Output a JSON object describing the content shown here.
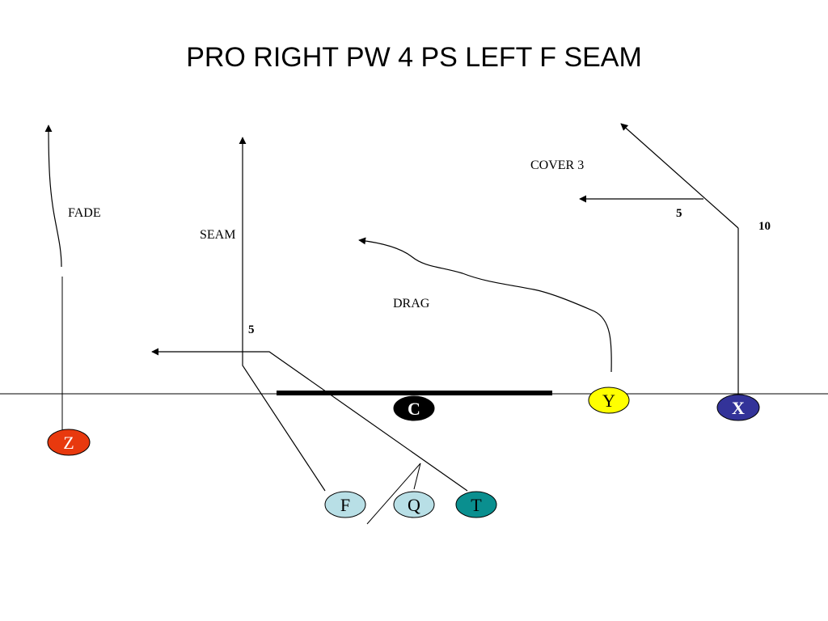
{
  "title": "PRO RIGHT PW 4 PS LEFT F SEAM",
  "labels": {
    "fade": "FADE",
    "seam": "SEAM",
    "drag": "DRAG",
    "cover": "COVER 3"
  },
  "depths": {
    "f_out": "5",
    "x_out": "5",
    "x_post": "10"
  },
  "players": [
    {
      "id": "Z",
      "fill": "#e8390e",
      "text_color": "#ffffff"
    },
    {
      "id": "C",
      "fill": "#000000",
      "text_color": "#ffffff"
    },
    {
      "id": "Y",
      "fill": "#ffff00",
      "text_color": "#000000"
    },
    {
      "id": "X",
      "fill": "#333399",
      "text_color": "#ffffff"
    },
    {
      "id": "F",
      "fill": "#b8dfe6",
      "text_color": "#000000"
    },
    {
      "id": "Q",
      "fill": "#b8dfe6",
      "text_color": "#000000"
    },
    {
      "id": "T",
      "fill": "#0a8f8f",
      "text_color": "#000000"
    }
  ]
}
